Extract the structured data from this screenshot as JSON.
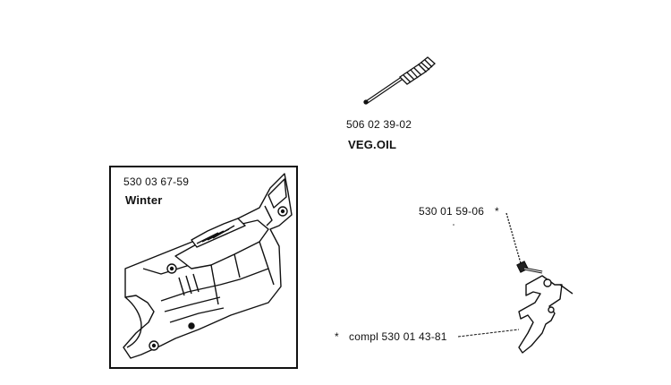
{
  "parts": {
    "oil_pump_screw": {
      "part_number": "506 02 39-02",
      "note": "VEG.OIL"
    },
    "chain_cover_winter": {
      "part_number": "530 03 67-59",
      "note": "Winter"
    },
    "screw_small": {
      "part_number": "530 01 59-06",
      "marker": "*"
    },
    "catcher_plate": {
      "marker": "*",
      "part_number": "compl 530 01 43-81"
    }
  }
}
